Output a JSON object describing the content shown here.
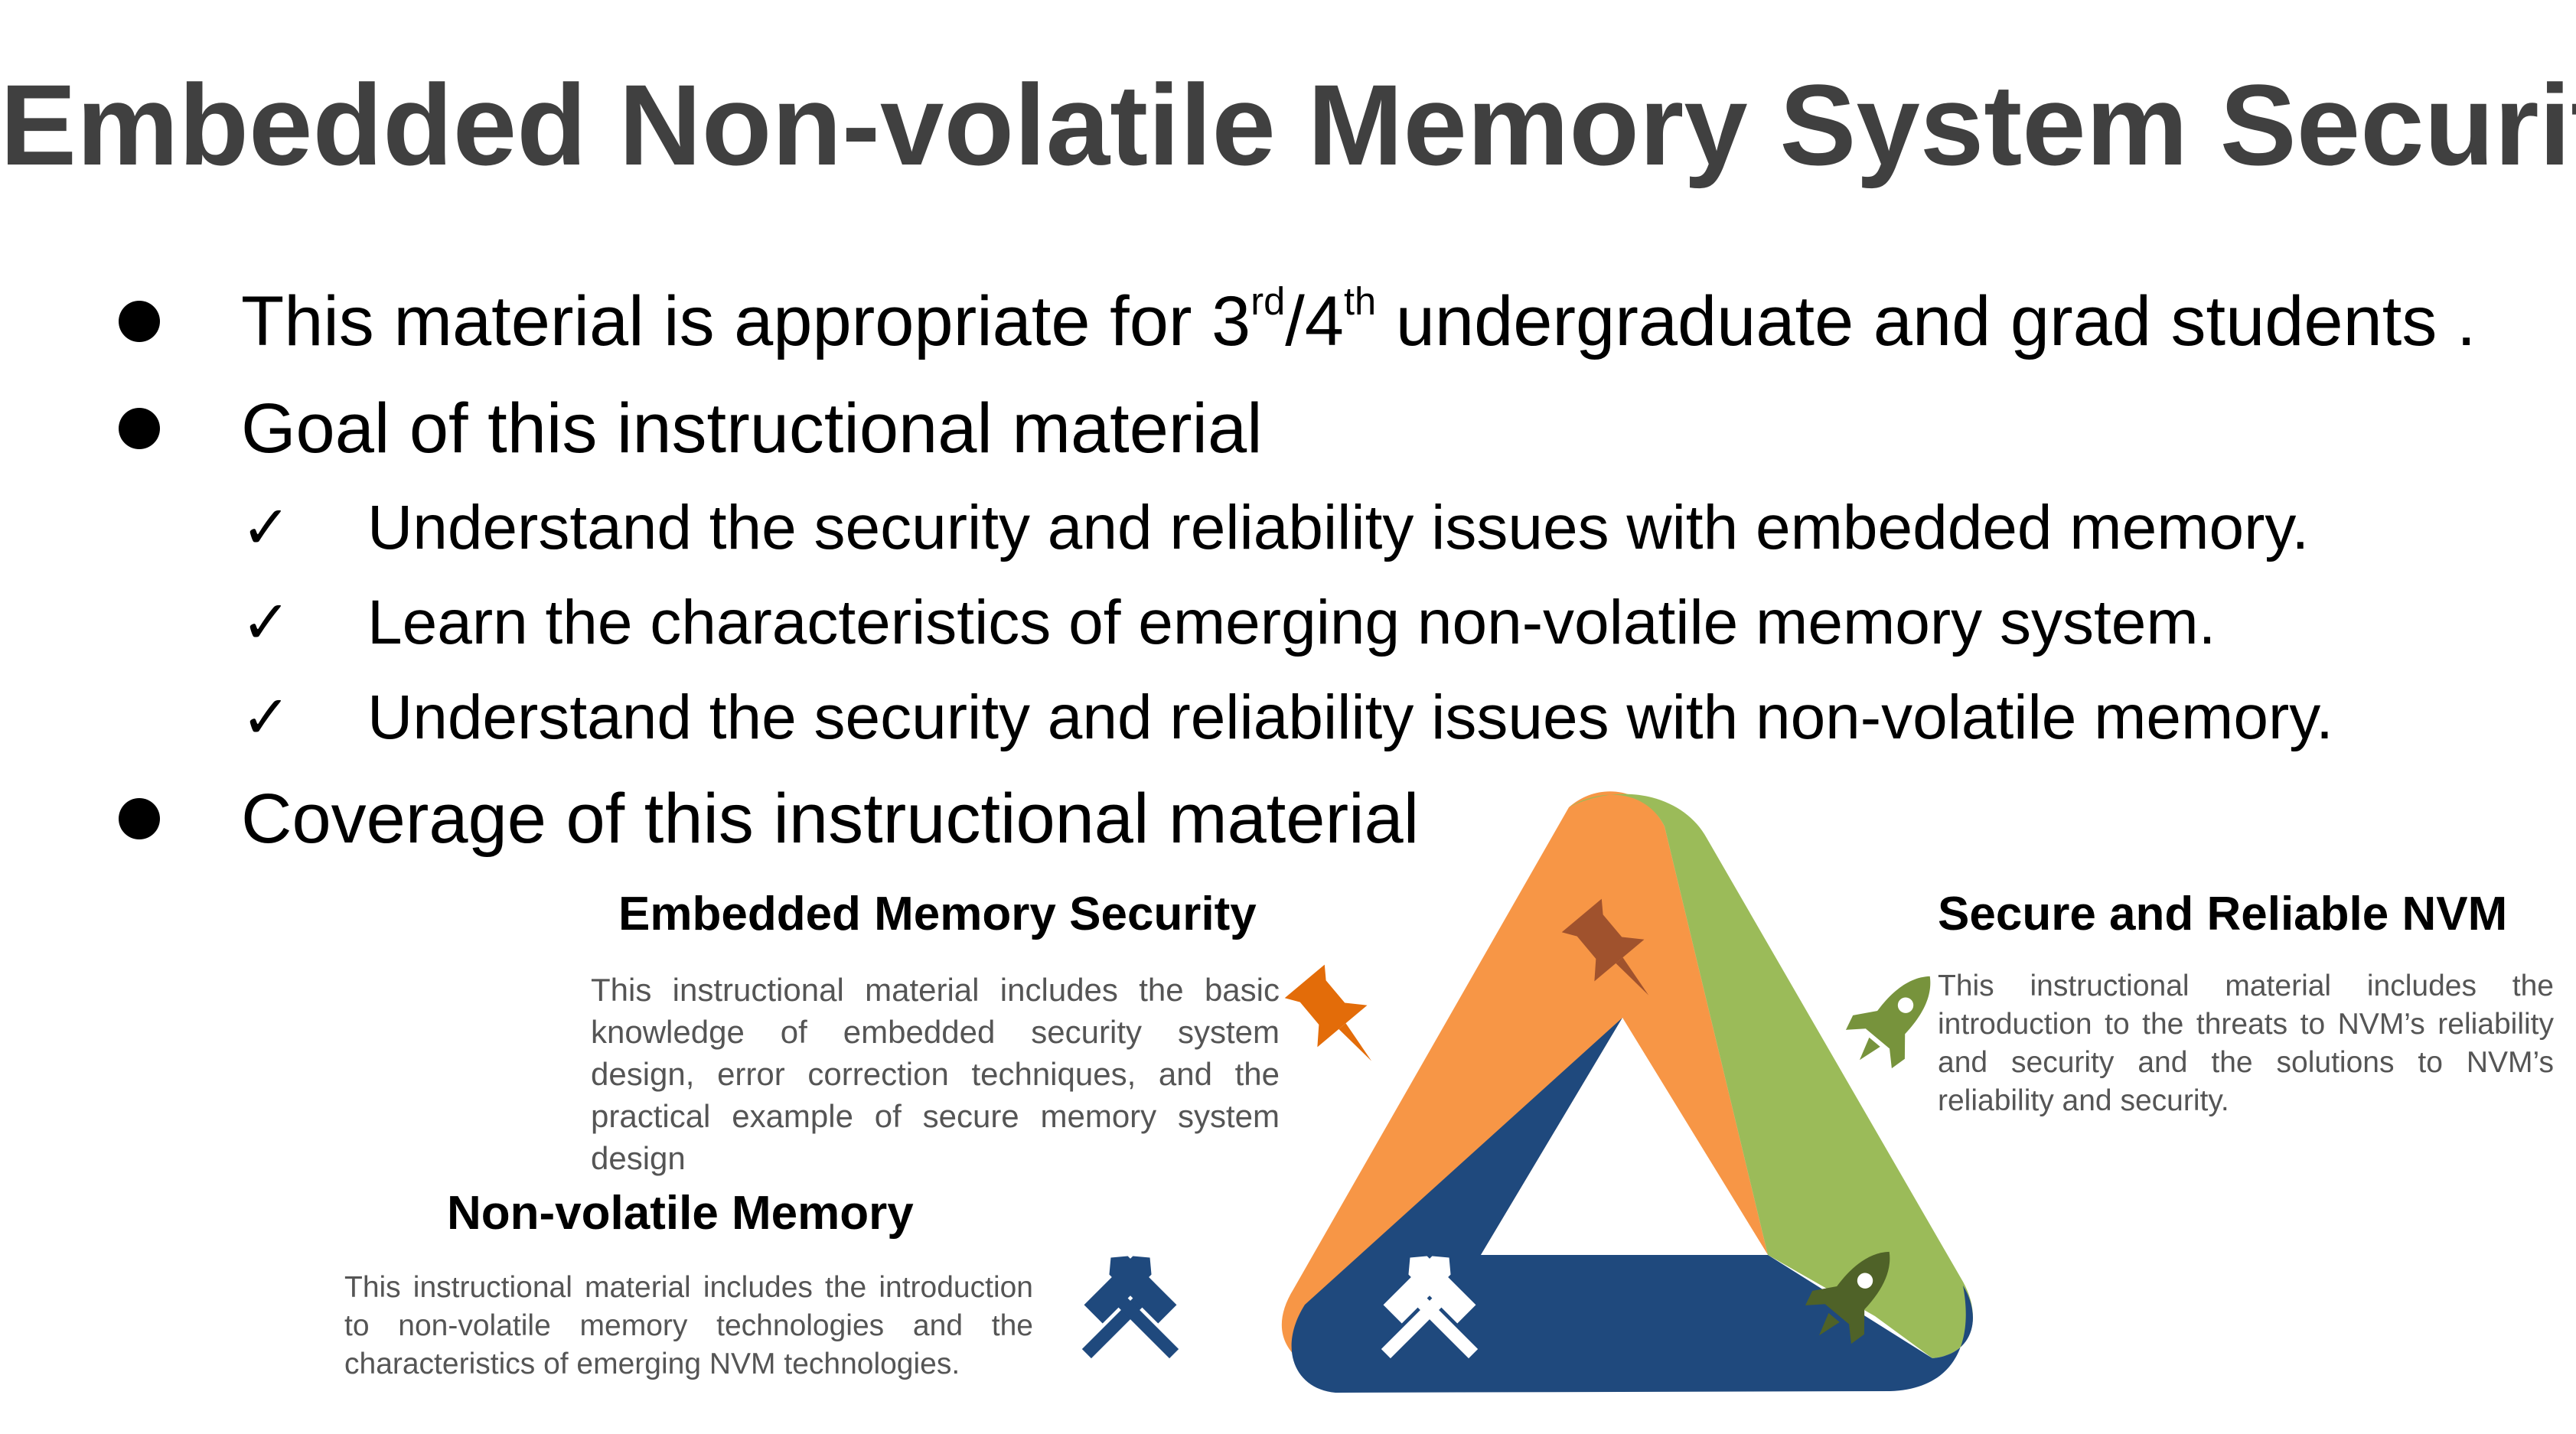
{
  "title": "Embedded Non-volatile Memory System Security",
  "bullets": [
    {
      "pre": "This material is appropriate for 3",
      "sup1": "rd",
      "mid": "/4",
      "sup2": "th",
      "post": " undergraduate and grad students ."
    },
    {
      "text": "Goal of this instructional material"
    },
    {
      "text": "Coverage of this instructional material"
    }
  ],
  "goals": [
    "Understand the security and reliability issues with embedded memory.",
    "Learn the characteristics of emerging non-volatile memory system.",
    "Understand the security and reliability issues with non-volatile memory."
  ],
  "check_glyph": "✓",
  "coverage": [
    {
      "heading": "Embedded Memory Security",
      "text": "This instructional material includes the basic knowledge of embedded security system design, error correction techniques, and the practical example of secure memory system design",
      "icon": "pushpin-icon",
      "color": "#F79646"
    },
    {
      "heading": "Secure and Reliable NVM",
      "text": "This instructional material includes the introduction to the threats to NVM’s reliability and security and the solutions to NVM’s reliability and security.",
      "icon": "rocket-icon",
      "color": "#9BBB59"
    },
    {
      "heading": "Non-volatile Memory",
      "text": "This instructional material includes the introduction to non-volatile memory technologies and the characteristics of emerging NVM technologies.",
      "icon": "crossed-hammers-icon",
      "color": "#1F497D"
    }
  ]
}
